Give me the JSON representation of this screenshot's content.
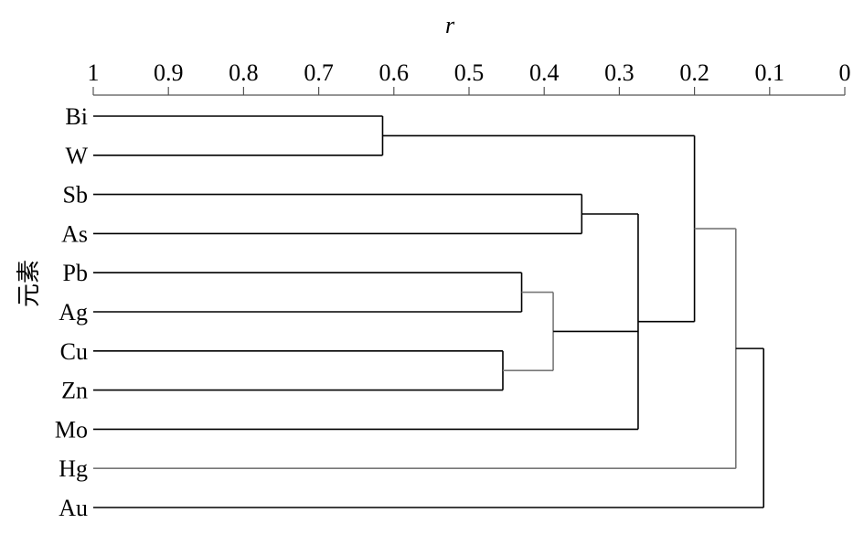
{
  "chart_data": {
    "type": "dendrogram",
    "xlabel": "r",
    "ylabel": "元素",
    "xlim": [
      1,
      0
    ],
    "x_ticks": [
      "1",
      "0.9",
      "0.8",
      "0.7",
      "0.6",
      "0.5",
      "0.4",
      "0.3",
      "0.2",
      "0.1",
      "0"
    ],
    "leaves": [
      "Bi",
      "W",
      "Sb",
      "As",
      "Pb",
      "Ag",
      "Cu",
      "Zn",
      "Mo",
      "Hg",
      "Au"
    ],
    "merges": [
      {
        "id": "c1",
        "children": [
          "Bi",
          "W"
        ],
        "r": 0.615,
        "line_color": "#000000"
      },
      {
        "id": "c2",
        "children": [
          "Sb",
          "As"
        ],
        "r": 0.35,
        "line_color": "#000000"
      },
      {
        "id": "c3",
        "children": [
          "Pb",
          "Ag"
        ],
        "r": 0.43,
        "line_color": "#000000"
      },
      {
        "id": "c4",
        "children": [
          "Cu",
          "Zn"
        ],
        "r": 0.455,
        "line_color": "#000000"
      },
      {
        "id": "c5",
        "children": [
          "c3",
          "c4"
        ],
        "r": 0.388,
        "line_color": "#777777"
      },
      {
        "id": "c6",
        "children": [
          "c2",
          "c5",
          "Mo"
        ],
        "r": 0.275,
        "line_color": "#000000"
      },
      {
        "id": "c7",
        "children": [
          "c1",
          "c6"
        ],
        "r": 0.2,
        "line_color": "#000000"
      },
      {
        "id": "c8",
        "children": [
          "c7",
          "Hg"
        ],
        "r": 0.145,
        "line_color": "#777777"
      },
      {
        "id": "c9",
        "children": [
          "c8",
          "Au"
        ],
        "r": 0.108,
        "line_color": "#000000"
      }
    ],
    "colors": {
      "line": "#000000",
      "light_line": "#888888",
      "axis": "#555555"
    }
  }
}
